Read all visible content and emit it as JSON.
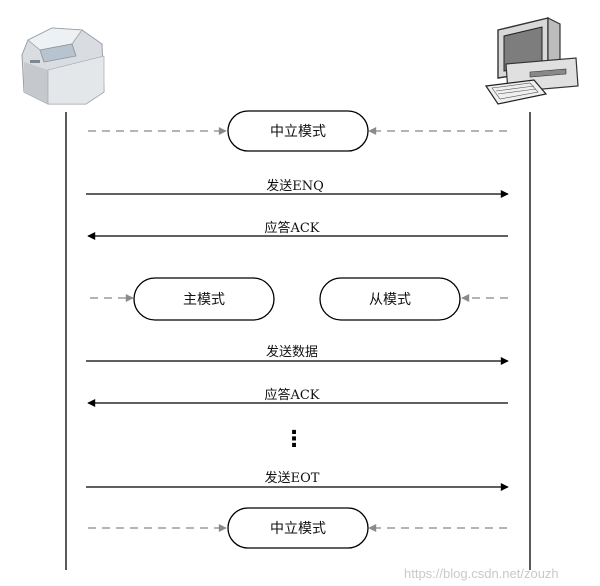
{
  "devices": {
    "left": {
      "icon": "analyzer-icon"
    },
    "right": {
      "icon": "computer-icon"
    }
  },
  "states": {
    "neutral_top": "中立模式",
    "master": "主模式",
    "slave": "从模式",
    "neutral_bottom": "中立模式"
  },
  "messages": {
    "send_enq": "发送ENQ",
    "reply_ack_1": "应答ACK",
    "send_data": "发送数据",
    "reply_ack_2": "应答ACK",
    "ellipsis": "⋮",
    "send_eot": "发送EOT"
  },
  "watermark": "https://blog.csdn.net/zouzh",
  "colors": {
    "line": "#000000",
    "dashed": "#888888",
    "arrow_dashed": "#8a8a8a"
  }
}
